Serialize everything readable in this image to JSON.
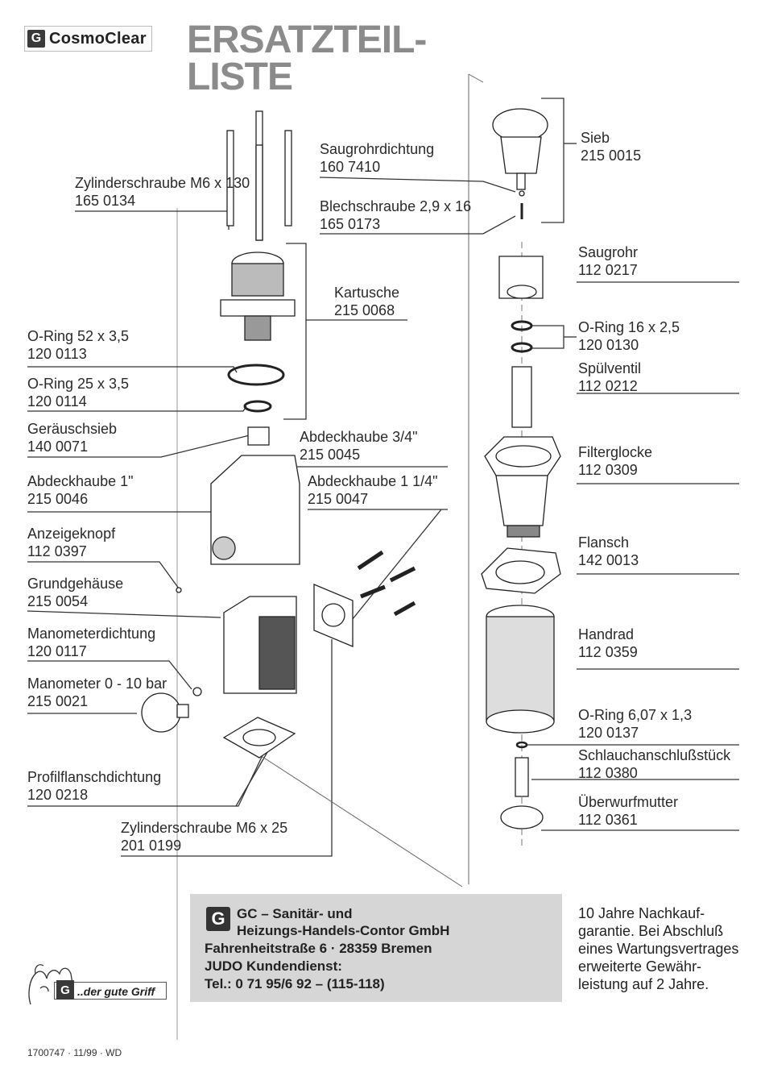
{
  "brand": {
    "mark": "G",
    "name": "CosmoClear"
  },
  "title": {
    "line1": "ERSATZTEIL-",
    "line2": "LISTE"
  },
  "parts": {
    "zylinderschraube_130": {
      "name": "Zylinderschraube M6 x 130",
      "number": "165 0134"
    },
    "o_ring_52": {
      "name": "O-Ring 52 x 3,5",
      "number": "120 0113"
    },
    "o_ring_25": {
      "name": "O-Ring 25 x 3,5",
      "number": "120 0114"
    },
    "geraeuschsieb": {
      "name": "Geräuschsieb",
      "number": "140 0071"
    },
    "abdeckhaube_1": {
      "name": "Abdeckhaube 1\"",
      "number": "215 0046"
    },
    "anzeigeknopf": {
      "name": "Anzeigeknopf",
      "number": "112 0397"
    },
    "grundgehaeuse": {
      "name": "Grundgehäuse",
      "number": "215 0054"
    },
    "manometerdichtung": {
      "name": "Manometerdichtung",
      "number": "120 0117"
    },
    "manometer": {
      "name": "Manometer 0 - 10 bar",
      "number": "215 0021"
    },
    "profilflanschdichtung": {
      "name": "Profilflanschdichtung",
      "number": "120 0218"
    },
    "zylinderschraube_25": {
      "name": "Zylinderschraube M6 x 25",
      "number": "201 0199"
    },
    "saugrohrdichtung": {
      "name": "Saugrohrdichtung",
      "number": "160 7410"
    },
    "blechschraube": {
      "name": "Blechschraube 2,9 x 16",
      "number": "165 0173"
    },
    "kartusche": {
      "name": "Kartusche",
      "number": "215 0068"
    },
    "abdeckhaube_3_4": {
      "name": "Abdeckhaube 3/4\"",
      "number": "215 0045"
    },
    "abdeckhaube_1_1_4": {
      "name": "Abdeckhaube 1 1/4\"",
      "number": "215 0047"
    },
    "sieb": {
      "name": "Sieb",
      "number": "215 0015"
    },
    "saugrohr": {
      "name": "Saugrohr",
      "number": "112 0217"
    },
    "o_ring_16": {
      "name": "O-Ring 16 x 2,5",
      "number": "120 0130"
    },
    "spuelventil": {
      "name": "Spülventil",
      "number": "112 0212"
    },
    "filterglocke": {
      "name": "Filterglocke",
      "number": "112 0309"
    },
    "flansch": {
      "name": "Flansch",
      "number": "142 0013"
    },
    "handrad": {
      "name": "Handrad",
      "number": "112 0359"
    },
    "o_ring_6": {
      "name": "O-Ring 6,07 x 1,3",
      "number": "120 0137"
    },
    "schlauchanschluss": {
      "name": "Schlauchanschlußstück",
      "number": "112 0380"
    },
    "ueberwurfmutter": {
      "name": "Überwurfmutter",
      "number": "112 0361"
    }
  },
  "company": {
    "mark": "G",
    "line1": "GC – Sanitär- und",
    "line2": "Heizungs-Handels-Contor GmbH",
    "address": "Fahrenheitstraße 6 · 28359 Bremen",
    "service": "JUDO Kundendienst:",
    "phone": "Tel.: 0 71 95/6 92 – (115-118)"
  },
  "warranty": {
    "line1": "10 Jahre Nachkauf-",
    "line2": "garantie. Bei Abschluß",
    "line3": "eines Wartungsvertrages",
    "line4": "erweiterte Gewähr-",
    "line5": "leistung auf 2 Jahre."
  },
  "slogan": {
    "mark": "G",
    "text": "..der gute Griff"
  },
  "footer": {
    "code": "1700747 · 11/99 · WD"
  }
}
